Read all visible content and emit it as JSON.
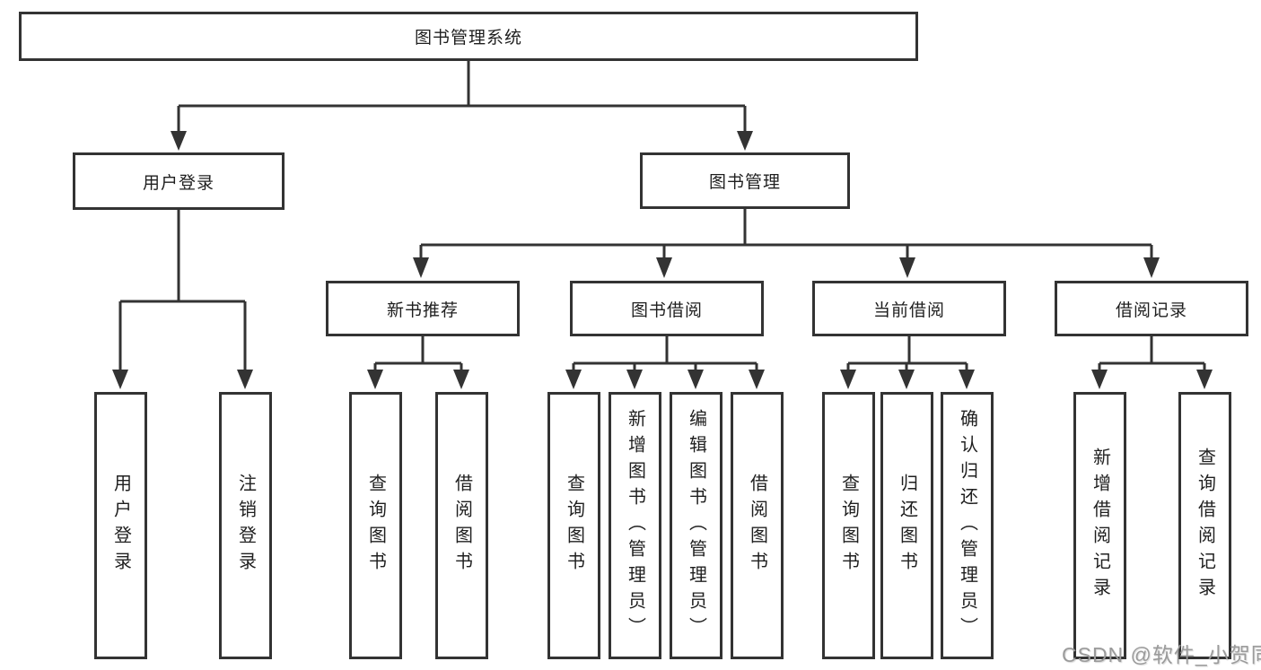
{
  "tree": {
    "root": "图书管理系统",
    "level1": [
      {
        "label": "用户登录",
        "leaves": [
          "用户登录",
          "注销登录"
        ]
      },
      {
        "label": "图书管理",
        "groups": [
          {
            "label": "新书推荐",
            "leaves": [
              "查询图书",
              "借阅图书"
            ]
          },
          {
            "label": "图书借阅",
            "leaves": [
              "查询图书",
              "新增图书（管理员）",
              "编辑图书（管理员）",
              "借阅图书"
            ]
          },
          {
            "label": "当前借阅",
            "leaves": [
              "查询图书",
              "归还图书",
              "确认归还（管理员）"
            ]
          },
          {
            "label": "借阅记录",
            "leaves": [
              "新增借阅记录",
              "查询借阅记录"
            ]
          }
        ]
      }
    ]
  },
  "watermark": {
    "text": "CSDN @软件_小贺同学"
  },
  "colors": {
    "line": "#333333",
    "text": "#1f1f1f",
    "watermark": "#9b9b9b",
    "background": "#ffffff"
  }
}
